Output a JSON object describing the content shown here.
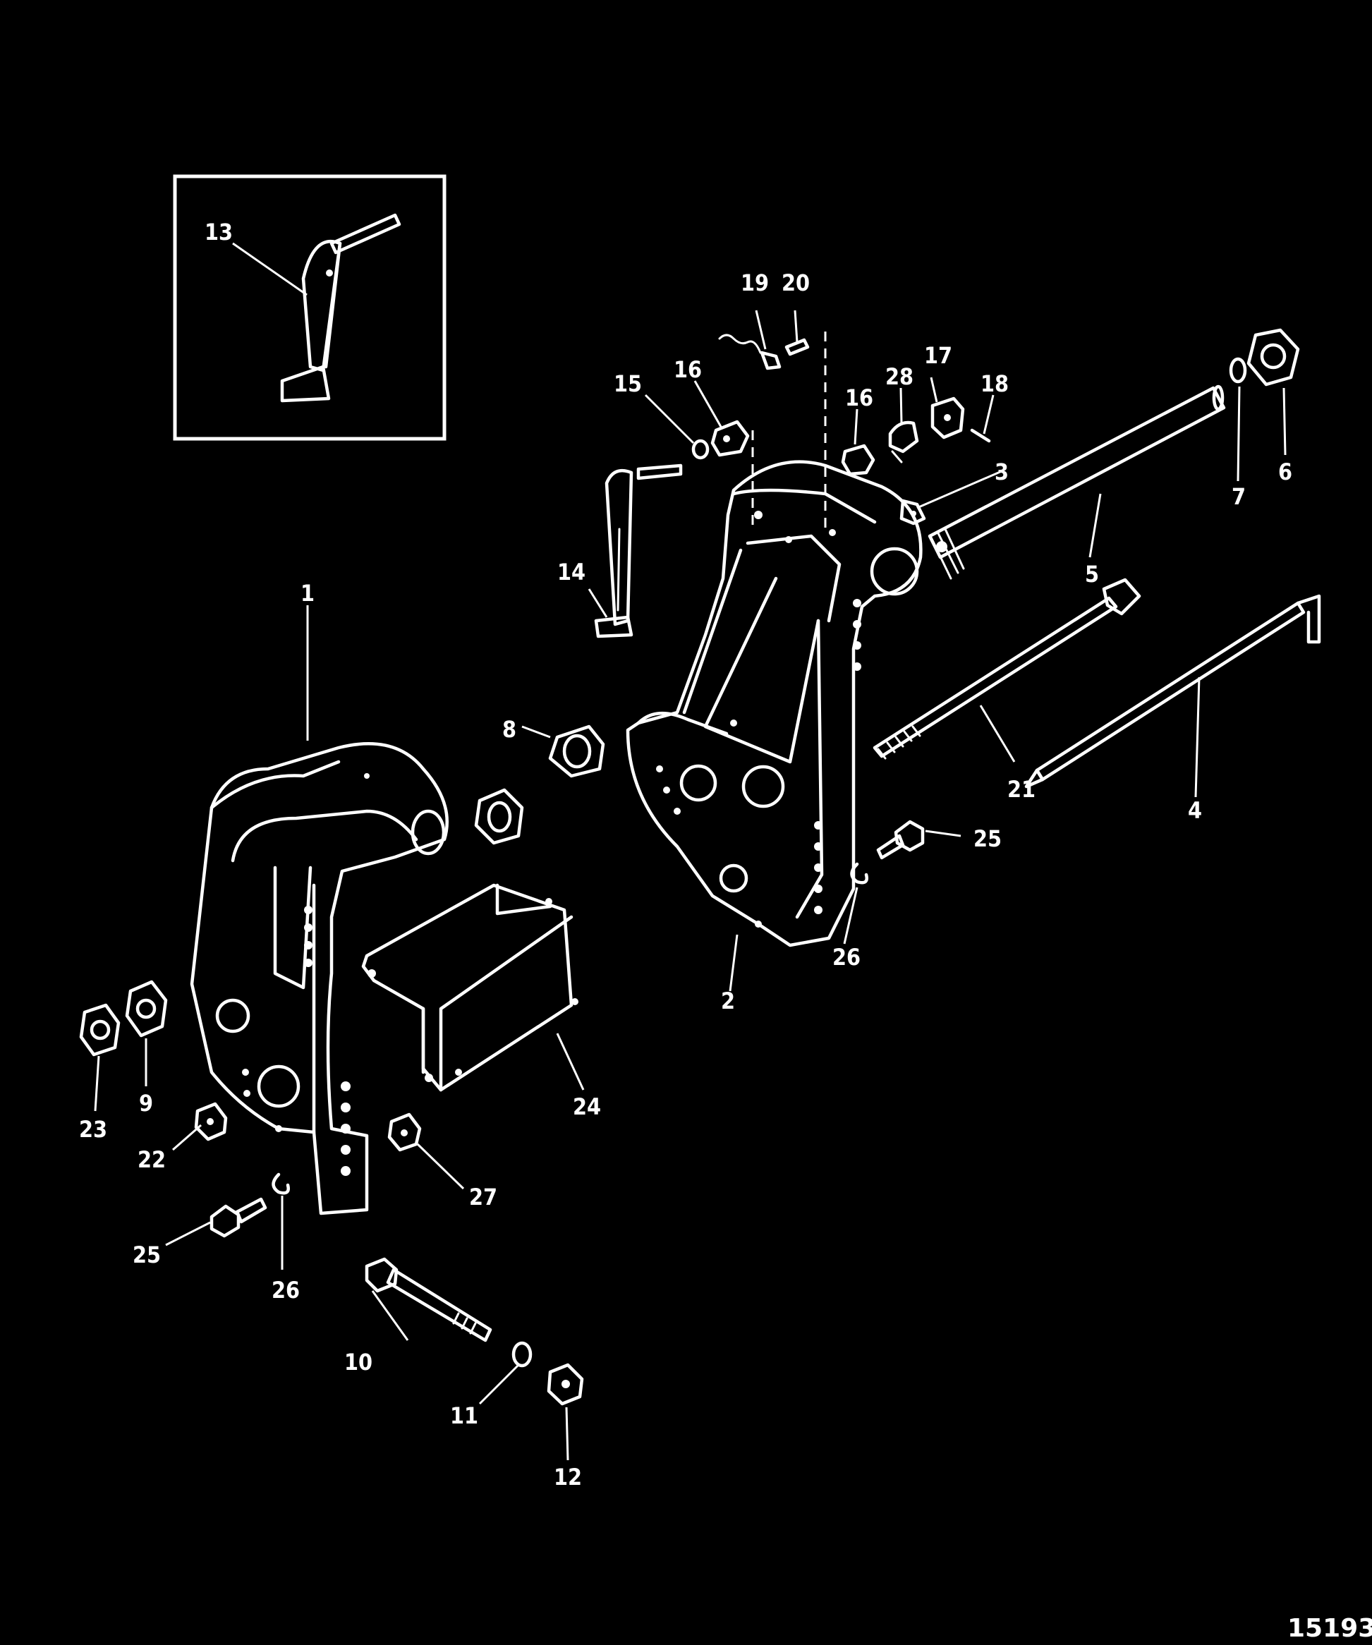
{
  "figure_number": "15193",
  "inset_callout": "13",
  "callouts": [
    "1",
    "2",
    "3",
    "4",
    "5",
    "6",
    "7",
    "8",
    "9",
    "10",
    "11",
    "12",
    "14",
    "15",
    "16",
    "16",
    "17",
    "18",
    "19",
    "20",
    "21",
    "22",
    "23",
    "24",
    "25",
    "25",
    "26",
    "26",
    "27",
    "28"
  ]
}
